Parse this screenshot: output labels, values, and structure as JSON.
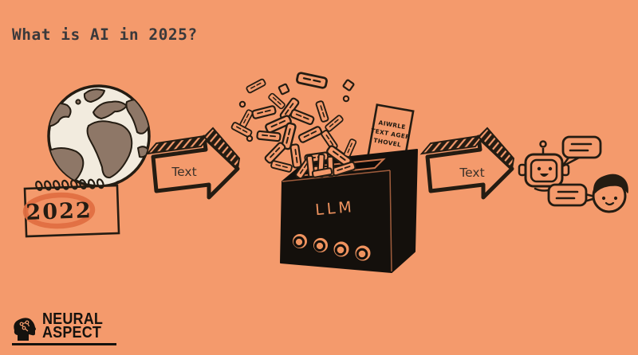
{
  "title": "What is AI in 2025?",
  "colors": {
    "background": "#F49A6C",
    "ink": "#241C12",
    "title_text": "#3A393B",
    "globe_sea": "#F2EBDE",
    "globe_land": "#8E7767",
    "highlight_orange": "#E06F42",
    "box_black": "#14100C",
    "box_label_orange": "#F0935F"
  },
  "calendar": {
    "year": "2022"
  },
  "arrows": {
    "input_label": "Text",
    "output_label": "Text"
  },
  "llm": {
    "label": "LLM"
  },
  "sheet": {
    "line1": "AIWRLE",
    "line2": "TEXT AGER",
    "line3": "THOVEL"
  },
  "logo": {
    "line1": "NEURAL",
    "line2": "ASPECT"
  }
}
